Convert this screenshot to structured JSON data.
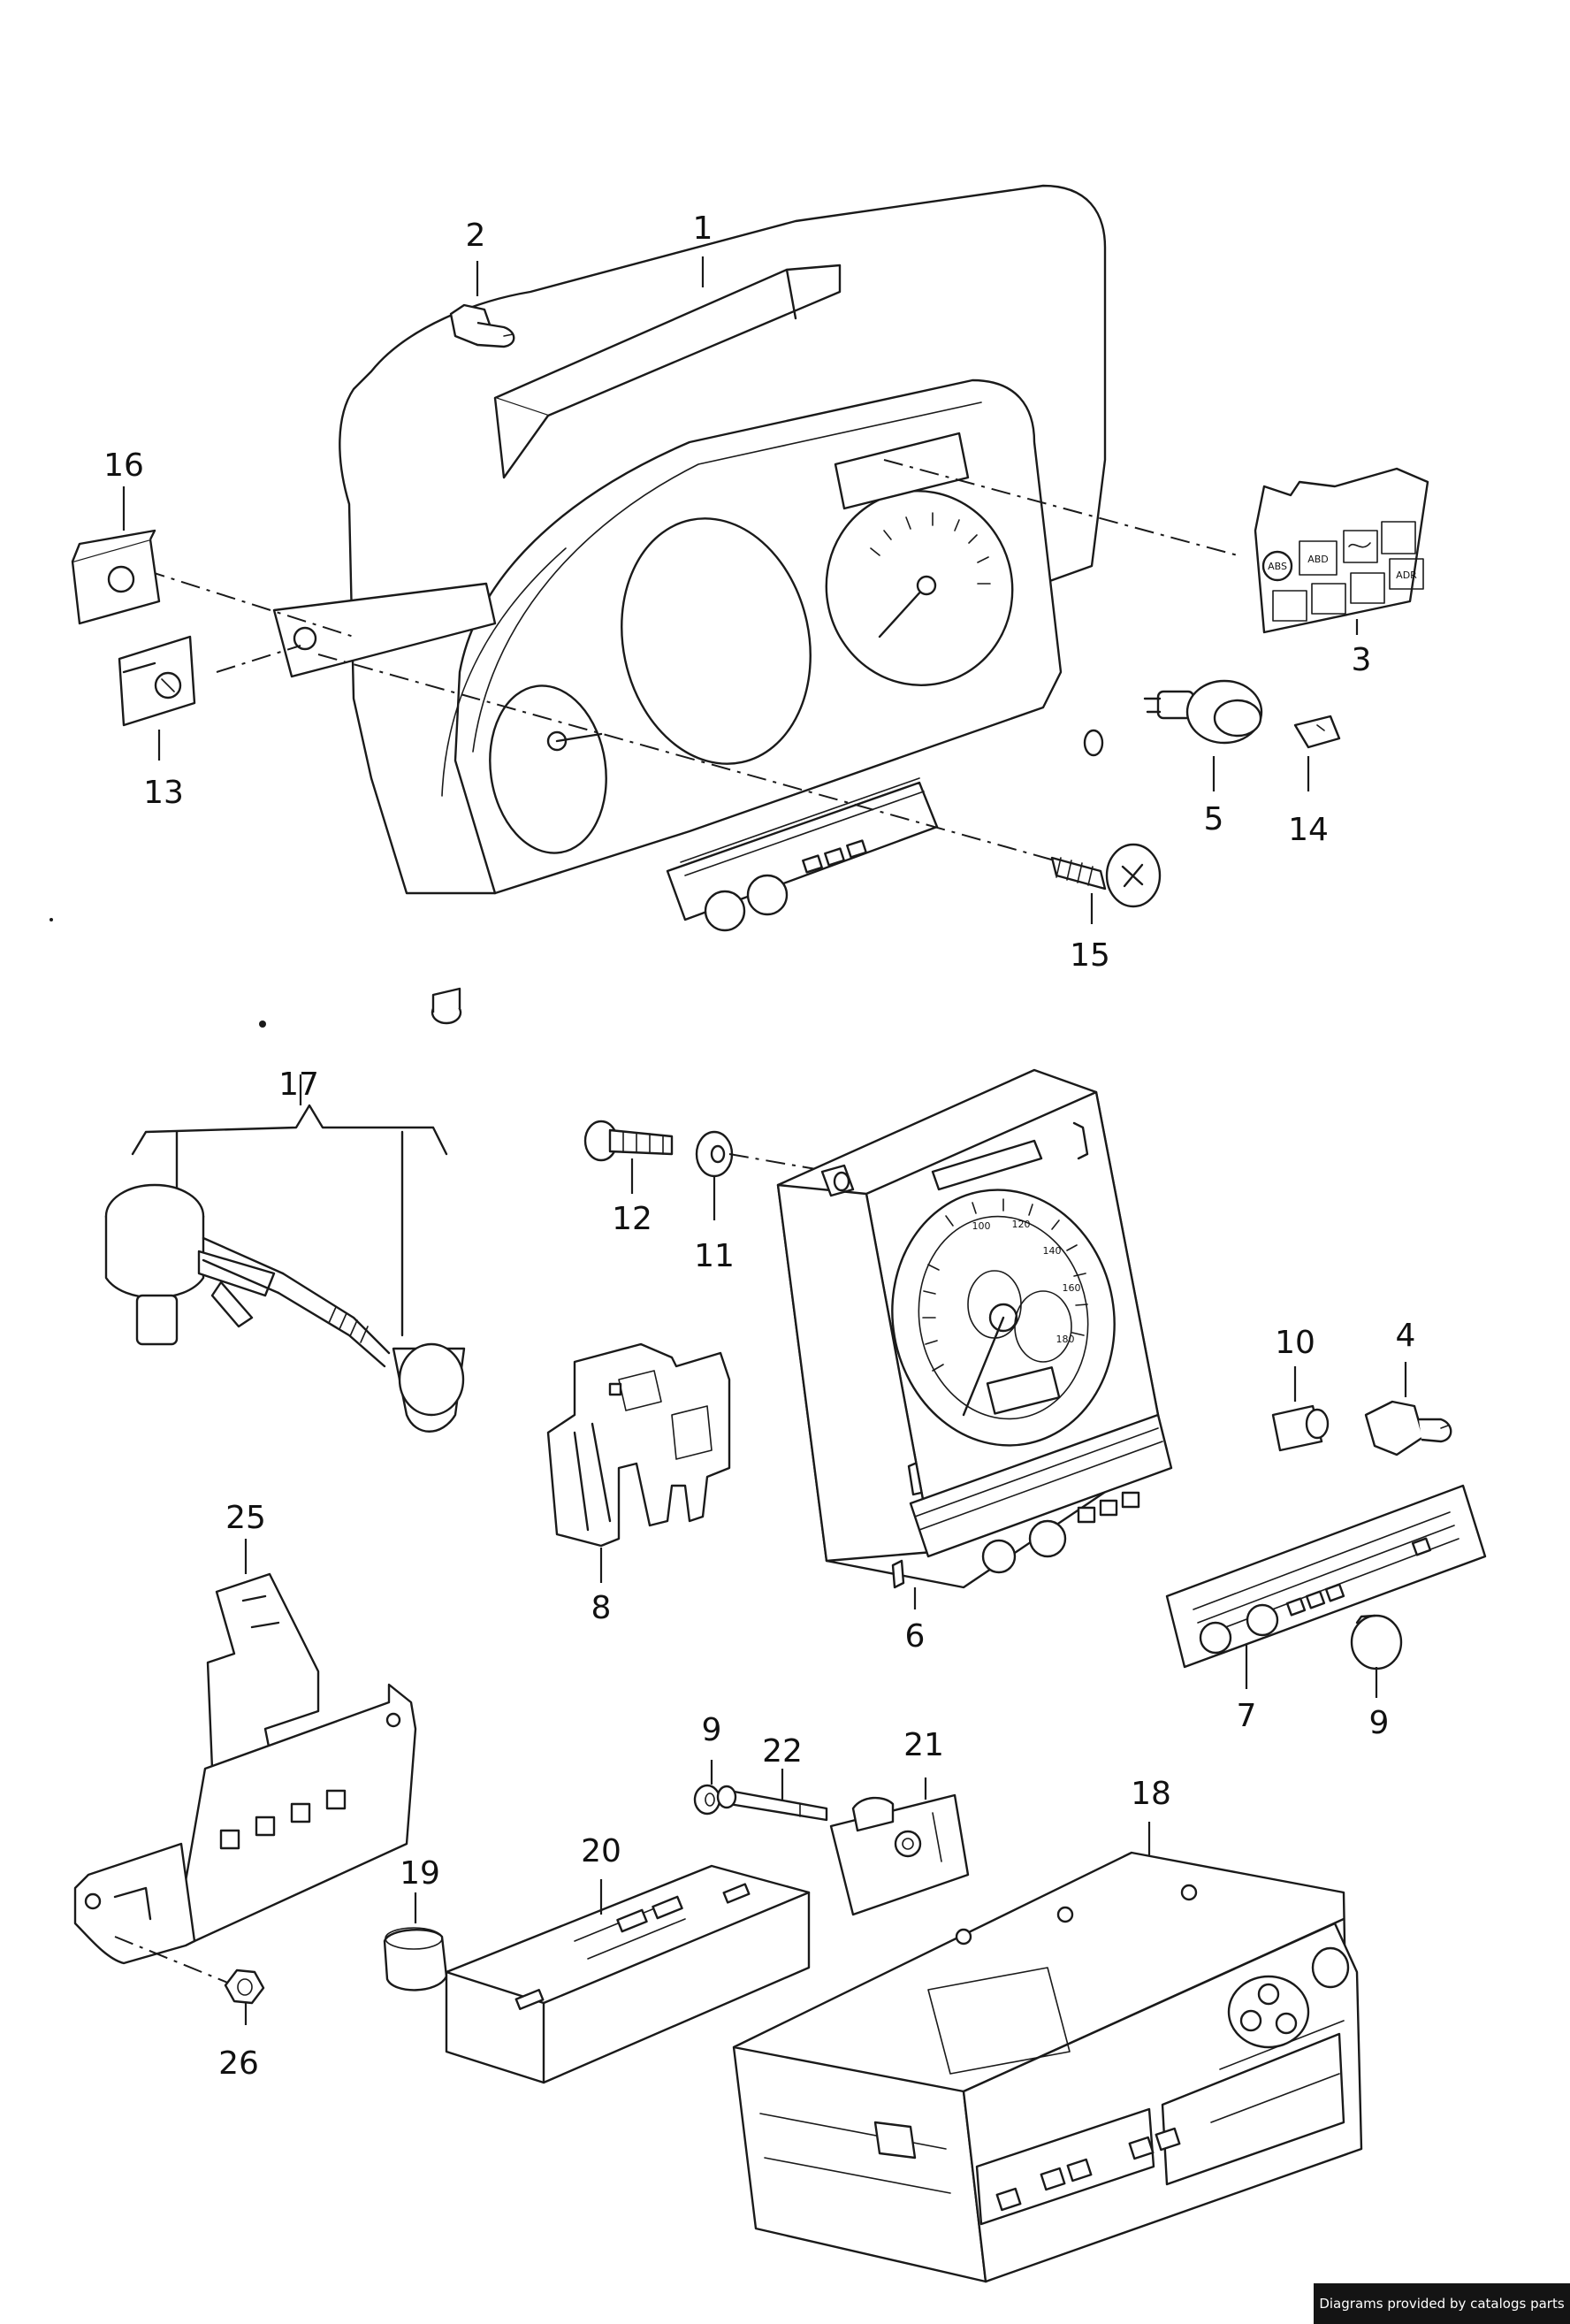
{
  "callouts": {
    "c1": "1",
    "c2": "2",
    "c3": "3",
    "c4": "4",
    "c5": "5",
    "c6": "6",
    "c7": "7",
    "c8": "8",
    "c9a": "9",
    "c9b": "9",
    "c10": "10",
    "c11": "11",
    "c12": "12",
    "c13": "13",
    "c14": "14",
    "c15": "15",
    "c16": "16",
    "c17": "17",
    "c18": "18",
    "c19": "19",
    "c20": "20",
    "c21": "21",
    "c22": "22",
    "c25": "25",
    "c26": "26"
  },
  "warning_panel": {
    "abs": "ABS",
    "abd": "ABD",
    "adr": "ADR"
  },
  "speedo_ticks": [
    "100",
    "120",
    "140",
    "160",
    "180"
  ],
  "credit": "Diagrams provided by catalogs parts"
}
